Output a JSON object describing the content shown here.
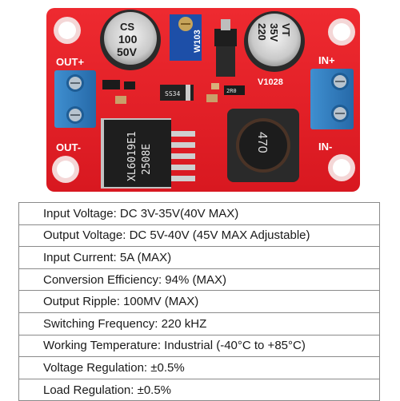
{
  "board": {
    "labels": {
      "out_plus": "OUT+",
      "out_minus": "OUT-",
      "in_plus": "IN+",
      "in_minus": "IN-",
      "version": "V1028"
    },
    "capacitor_left": {
      "line1": "CS",
      "line2": "100",
      "line3": "50V"
    },
    "capacitor_right": {
      "line1": "VT",
      "line2": "35V",
      "line3": "220"
    },
    "chip": {
      "line1": "XL6019E1",
      "line2": "2508E"
    },
    "inductor": {
      "value": "470"
    },
    "diode": {
      "label": "SS34"
    },
    "potentiometer": {
      "label": "W103"
    },
    "resistor": {
      "label": "2R0"
    },
    "colors": {
      "pcb": "#e8202a",
      "terminal": "#2f7fc1",
      "trimmer": "#1d4fa8"
    }
  },
  "specs": [
    "Input Voltage: DC 3V-35V(40V MAX)",
    "Output Voltage: DC 5V-40V (45V MAX Adjustable)",
    "Input Current: 5A (MAX)",
    "Conversion Efficiency: 94% (MAX)",
    "Output Ripple: 100MV (MAX)",
    "Switching Frequency: 220 kHZ",
    "Working Temperature: Industrial (-40°C to +85°C)",
    "Voltage Regulation: ±0.5%",
    "Load Regulation: ±0.5%"
  ]
}
